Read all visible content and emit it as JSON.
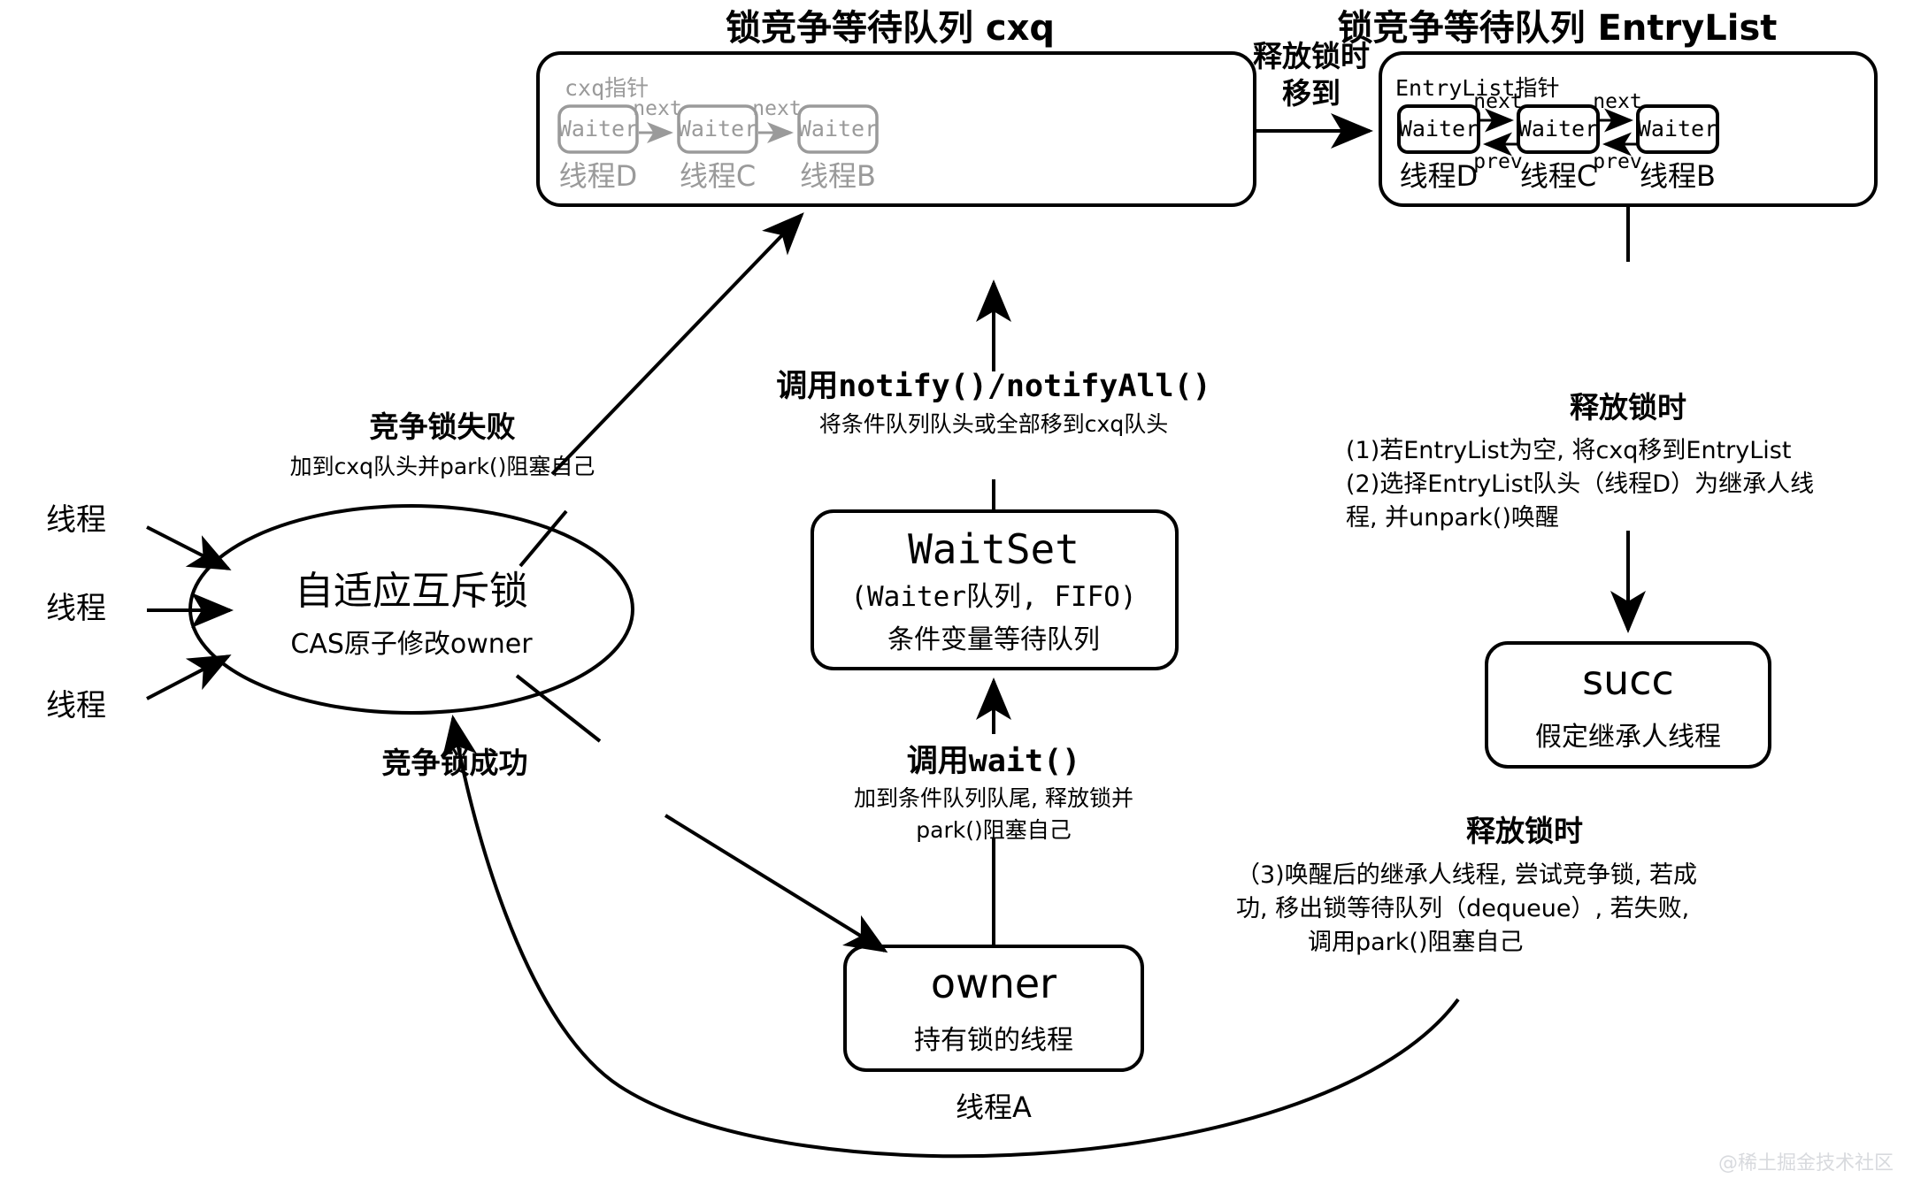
{
  "diagram": {
    "title_cxq": "锁竞争等待队列 cxq",
    "title_entrylist": "锁竞争等待队列 EntryList",
    "watermark": "@稀土掘金技术社区"
  },
  "cxq_box": {
    "pointer_label": "cxq指针",
    "nodes": [
      {
        "box": "Waiter",
        "thread": "线程D"
      },
      {
        "box": "Waiter",
        "thread": "线程C"
      },
      {
        "box": "Waiter",
        "thread": "线程B"
      }
    ],
    "link_labels": [
      "next",
      "next"
    ]
  },
  "entrylist_box": {
    "pointer_label": "EntryList指针",
    "nodes": [
      {
        "box": "Waiter",
        "thread": "线程D"
      },
      {
        "box": "Waiter",
        "thread": "线程C"
      },
      {
        "box": "Waiter",
        "thread": "线程B"
      }
    ],
    "next_labels": [
      "next",
      "next"
    ],
    "prev_labels": [
      "prev",
      "prev"
    ]
  },
  "mutex": {
    "title": "自适应互斥锁",
    "subtitle": "CAS原子修改owner",
    "incoming_threads": [
      "线程",
      "线程",
      "线程"
    ]
  },
  "waitset": {
    "title": "WaitSet",
    "line2": "(Waiter队列, FIFO)",
    "line3": "条件变量等待队列"
  },
  "owner": {
    "title": "owner",
    "subtitle": "持有锁的线程",
    "caption": "线程A"
  },
  "succ": {
    "title": "succ",
    "subtitle": "假定继承人线程"
  },
  "edges": {
    "cxq_to_entrylist": {
      "line1": "释放锁时",
      "line2": "移到"
    },
    "fail_to_cxq": {
      "head": "竞争锁失败",
      "sub": "加到cxq队头并park()阻塞自己"
    },
    "notify_to_cxq": {
      "head": "调用notify()/notifyAll()",
      "sub": "将条件队列队头或全部移到cxq队头"
    },
    "success_to_owner": {
      "head": "竞争锁成功"
    },
    "wait_to_waitset": {
      "head": "调用wait()",
      "sub1": "加到条件队列队尾, 释放锁并",
      "sub2": "park()阻塞自己"
    },
    "release_to_succ": {
      "head": "释放锁时",
      "line1": "(1)若EntryList为空, 将cxq移到EntryList",
      "line2": "(2)选择EntryList队头（线程D）为继承人线",
      "line3": "程, 并unpark()唤醒"
    },
    "succ_back_to_mutex": {
      "head": "释放锁时",
      "line1": "（3)唤醒后的继承人线程, 尝试竞争锁, 若成",
      "line2": "功, 移出锁等待队列（dequeue）, 若失败,",
      "line3": "调用park()阻塞自己"
    }
  },
  "colors": {
    "stroke": "#000000",
    "muted": "#9a9a9a",
    "background": "#ffffff",
    "watermark": "#d8dade"
  }
}
